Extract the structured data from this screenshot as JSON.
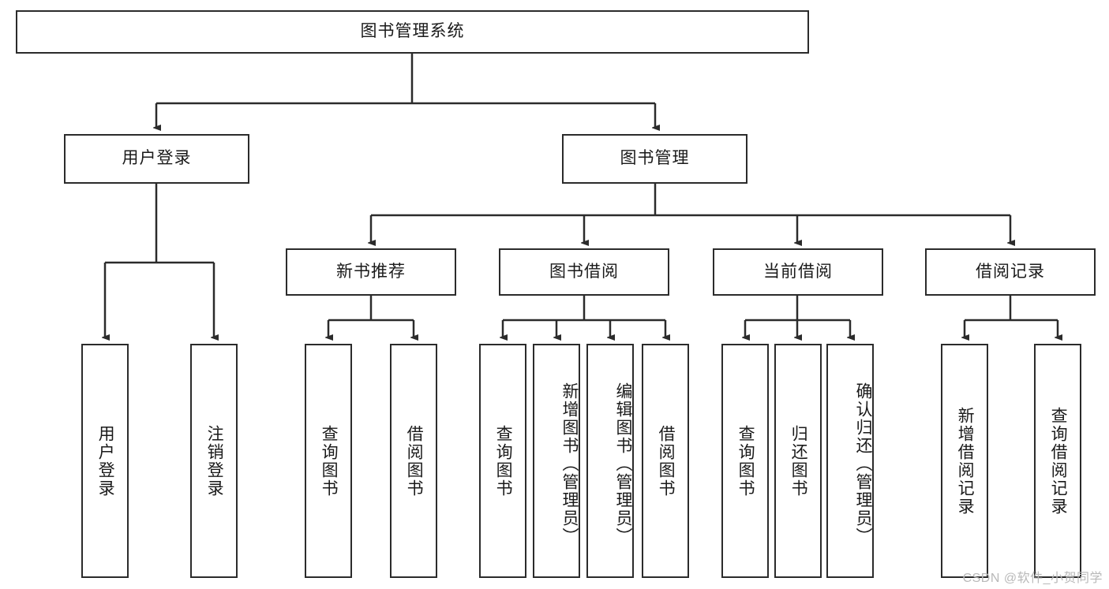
{
  "diagram": {
    "title": "图书管理系统",
    "type": "hierarchy-tree",
    "watermark": "CSDN @软件_小贺同学",
    "colors": {
      "stroke": "#2b2b2b",
      "fill": "#ffffff",
      "text": "#1a1a1a",
      "watermark": "#b9b9b9"
    },
    "levels": {
      "root": {
        "label": "图书管理系统"
      },
      "level2": [
        {
          "label": "用户登录"
        },
        {
          "label": "图书管理"
        }
      ],
      "level3": [
        {
          "label": "新书推荐"
        },
        {
          "label": "图书借阅"
        },
        {
          "label": "当前借阅"
        },
        {
          "label": "借阅记录"
        }
      ],
      "leaves": {
        "user_login": [
          {
            "label": "用户登录"
          },
          {
            "label": "注销登录"
          }
        ],
        "new_book": [
          {
            "label": "查询图书"
          },
          {
            "label": "借阅图书"
          }
        ],
        "borrow": [
          {
            "label": "查询图书"
          },
          {
            "label": "新增图书（管理员）"
          },
          {
            "label": "编辑图书（管理员）"
          },
          {
            "label": "借阅图书"
          }
        ],
        "current": [
          {
            "label": "查询图书"
          },
          {
            "label": "归还图书"
          },
          {
            "label": "确认归还（管理员）"
          }
        ],
        "records": [
          {
            "label": "新增借阅记录"
          },
          {
            "label": "查询借阅记录"
          }
        ]
      }
    }
  }
}
